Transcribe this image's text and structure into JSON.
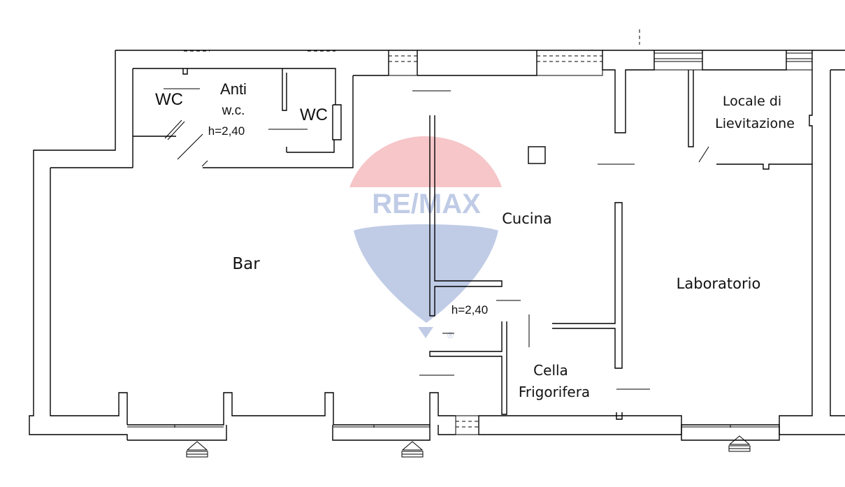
{
  "watermark": {
    "brand": "RE/MAX",
    "mark": "®"
  },
  "rooms": {
    "wc1": "WC",
    "anti_line1": "Anti",
    "anti_line2": "w.c.",
    "wc2": "WC",
    "height_upper": "h=2,40",
    "bar": "Bar",
    "cucina": "Cucina",
    "height_lower": "h=2,40",
    "cella_line1": "Cella",
    "cella_line2": "Frigorifera",
    "locale_line1": "Locale di",
    "locale_line2": "Lievitazione",
    "laboratorio": "Laboratorio"
  },
  "entrances": {
    "count": 3,
    "symbol": "entrance-triangle"
  }
}
